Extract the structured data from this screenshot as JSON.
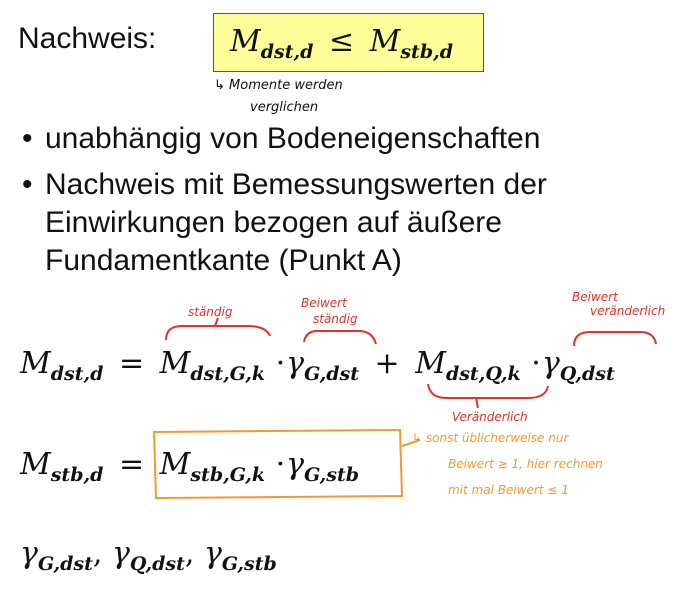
{
  "heading": {
    "label": "Nachweis:",
    "formula": {
      "lhs": "M",
      "lhs_sub": "dst,d",
      "op": "≤",
      "rhs": "M",
      "rhs_sub": "stb,d"
    },
    "box_color": "#ffff99"
  },
  "handwritten_note": {
    "line1": "↳ Momente werden",
    "line2": "verglichen"
  },
  "bullets": [
    {
      "text": "unabhängig von Bodeneigenschaften"
    },
    {
      "text": "Nachweis mit Bemessungswerten der Einwirkungen bezogen auf äußere Fundamentkante (Punkt A)"
    }
  ],
  "equations": {
    "eq1": {
      "lhs": "M",
      "lhs_sub": "dst,d",
      "t1": "M",
      "t1_sub": "dst,G,k",
      "g1": "γ",
      "g1_sub": "G,dst",
      "t2": "M",
      "t2_sub": "dst,Q,k",
      "g2": "γ",
      "g2_sub": "Q,dst"
    },
    "eq2": {
      "lhs": "M",
      "lhs_sub": "stb,d",
      "t1": "M",
      "t1_sub": "stb,G,k",
      "g1": "γ",
      "g1_sub": "G,stb"
    },
    "eq3": {
      "a": "γ",
      "a_sub": "G,dst",
      "b": "γ",
      "b_sub": "Q,dst",
      "c": "γ",
      "c_sub": "G,stb"
    }
  },
  "annotations": {
    "staendig": "ständig",
    "beiwert_staendig_1": "Beiwert",
    "beiwert_staendig_2": "ständig",
    "beiwert_veraenderlich_1": "Beiwert",
    "beiwert_veraenderlich_2": "veränderlich",
    "veraenderlich": "Veränderlich",
    "orange_line1": "↳ sonst üblicherweise nur",
    "orange_line2": "Beiwert ≥ 1, hier rechnen",
    "orange_line3": "mit mal Beiwert ≤ 1"
  },
  "colors": {
    "red": "#e0312b",
    "orange": "#f29a2e",
    "black": "#111111"
  }
}
